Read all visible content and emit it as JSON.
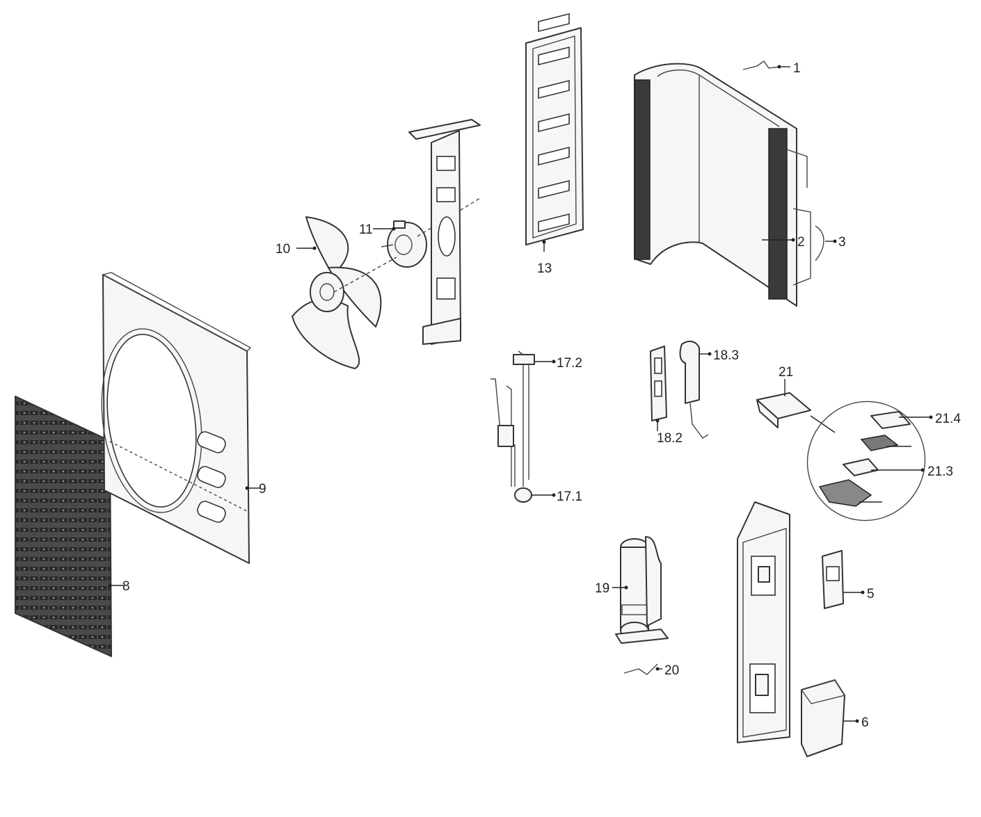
{
  "labels": {
    "p1": "1",
    "p2": "2",
    "p3": "3",
    "p5": "5",
    "p6": "6",
    "p8": "8",
    "p9": "9",
    "p10": "10",
    "p11": "11",
    "p13": "13",
    "p17_1": "17.1",
    "p17_2": "17.2",
    "p18_2": "18.2",
    "p18_3": "18.3",
    "p19": "19",
    "p20": "20",
    "p21": "21",
    "p21_3": "21.3",
    "p21_4": "21.4"
  }
}
